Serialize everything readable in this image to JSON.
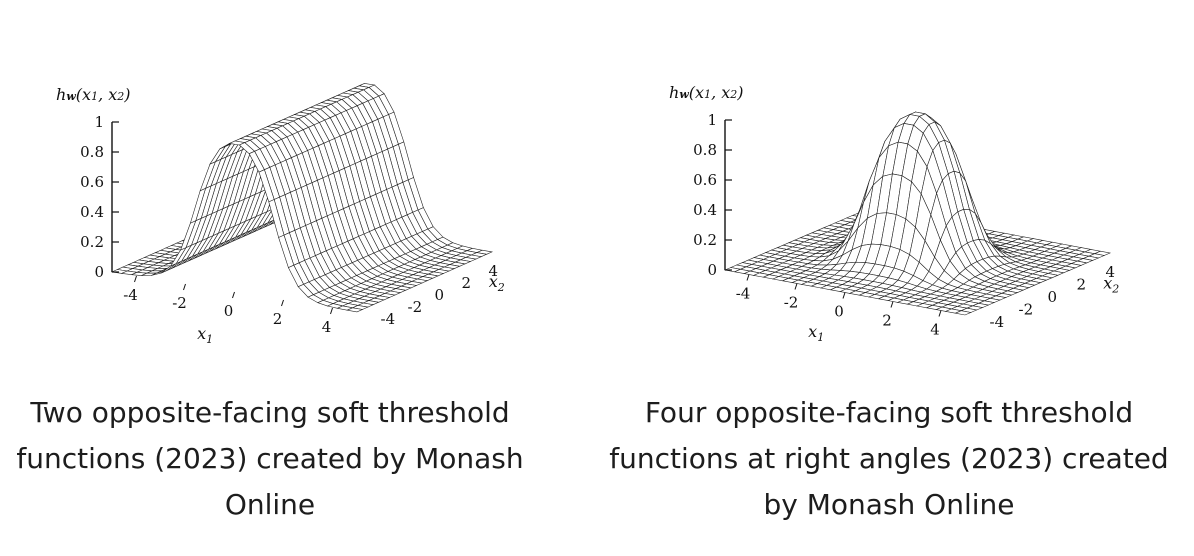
{
  "chart_data": [
    {
      "type": "surface",
      "title": "",
      "zlabel": "h_w(x_1, x_2)",
      "xlabel": "x_1",
      "ylabel": "x_2",
      "zticks": [
        "1",
        "0.8",
        "0.6",
        "0.4",
        "0.2",
        "0"
      ],
      "xticks": [
        "-4",
        "-2",
        "0",
        "2",
        "4"
      ],
      "yticks": [
        "-4",
        "-2",
        "0",
        "2",
        "4"
      ],
      "xlim": [
        -5,
        5
      ],
      "ylim": [
        -5,
        5
      ],
      "zlim": [
        0,
        1
      ],
      "surface": "ridge along x_2 centered at x_1 = 0 (product of two opposite-facing logistic thresholds)",
      "peak": 1.0,
      "grid": false
    },
    {
      "type": "surface",
      "title": "",
      "zlabel": "h_w(x_1, x_2)",
      "xlabel": "x_1",
      "ylabel": "x_2",
      "zticks": [
        "1",
        "0.8",
        "0.6",
        "0.4",
        "0.2",
        "0"
      ],
      "xticks": [
        "-4",
        "-2",
        "0",
        "2",
        "4"
      ],
      "yticks": [
        "-4",
        "-2",
        "0",
        "2",
        "4"
      ],
      "xlim": [
        -5,
        5
      ],
      "ylim": [
        -5,
        5
      ],
      "zlim": [
        0,
        1
      ],
      "surface": "bump centered at (0, 0) (four opposite-facing thresholds at right angles)",
      "peak": 1.0,
      "grid": false
    }
  ],
  "captions": {
    "left": "Two opposite-facing soft threshold functions (2023) created by Monash Online",
    "right": "Four opposite-facing soft threshold functions at right angles (2023) created by Monash Online"
  },
  "labels": {
    "zlabel_h": "h",
    "zlabel_w": "w",
    "zlabel_args": "(x",
    "sub1": "1",
    "comma": ", x",
    "sub2": "2",
    "close": ")",
    "x": "x"
  }
}
